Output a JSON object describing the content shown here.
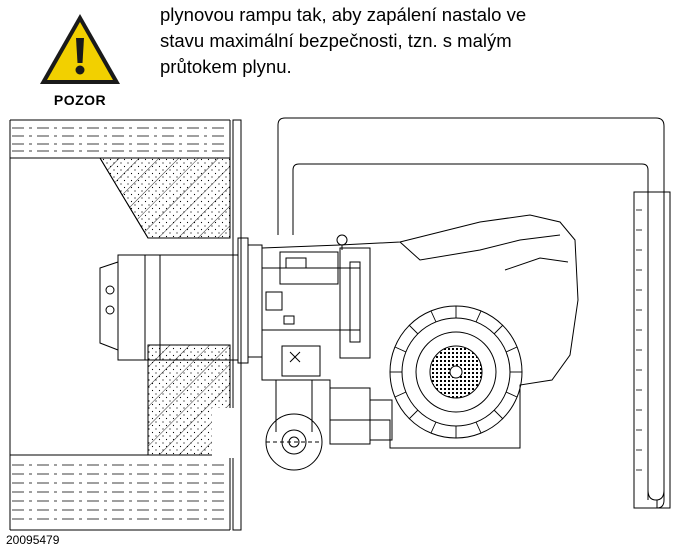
{
  "warning": {
    "label": "POZOR",
    "icon": "warning-triangle-icon",
    "colors": {
      "fill": "#f2d000",
      "border": "#1a1a1a"
    }
  },
  "paragraph": {
    "lines": [
      "plynovou rampu tak, aby zapálení nastalo ve",
      "stavu maximální bezpečnosti, tzn. s malým",
      "průtokem plynu."
    ]
  },
  "figure": {
    "id": "20095479"
  }
}
